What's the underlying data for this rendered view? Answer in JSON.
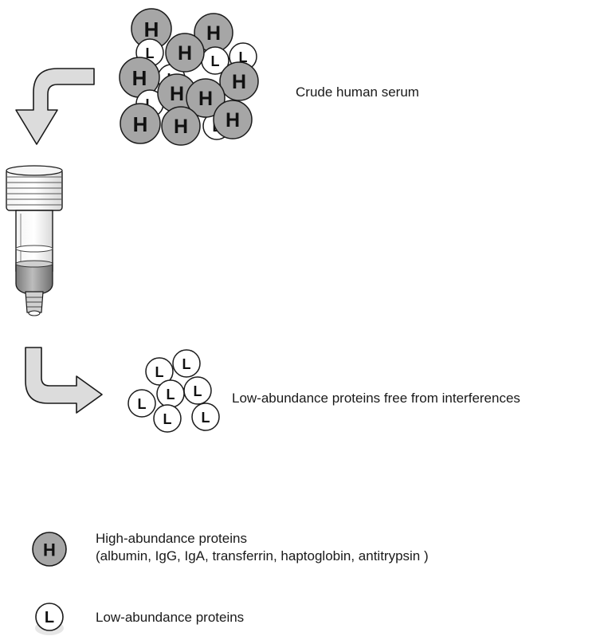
{
  "stages": {
    "input_label": "Crude human serum",
    "output_label": "Low-abundance proteins free from interferences"
  },
  "legend": {
    "high": {
      "symbol": "H",
      "title": "High-abundance proteins",
      "examples": "(albumin, IgG, IgA, transferrin, haptoglobin, antitrypsin )"
    },
    "low": {
      "symbol": "L",
      "title": "Low-abundance proteins"
    }
  },
  "colors": {
    "high_fill": "#a6a6a6",
    "low_fill": "#ffffff",
    "arrow_fill": "#dcdcdc",
    "outline": "#1a1a1a"
  },
  "icons": [
    "bent-arrow-down",
    "spin-column",
    "bent-arrow-right"
  ]
}
